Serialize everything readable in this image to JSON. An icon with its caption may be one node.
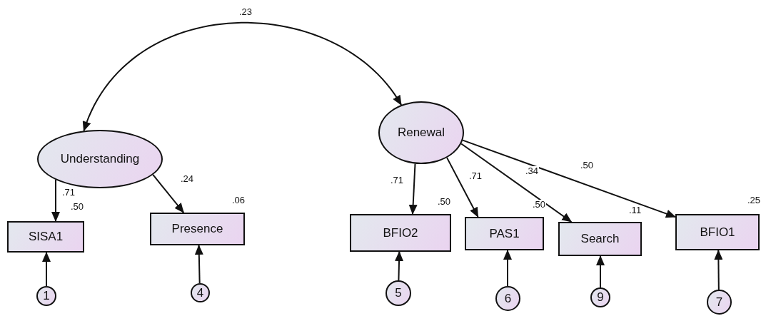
{
  "diagram": {
    "nodes": [
      {
        "text": [
          "Understanding"
        ]
      },
      {
        "text": [
          "Renewal"
        ]
      },
      {
        "text": [
          "SISA1"
        ],
        "beside": [
          ".50"
        ]
      },
      {
        "text": [
          "Presence"
        ],
        "beside": [
          ".06"
        ]
      },
      {
        "text": [
          "BFIO2"
        ],
        "beside": [
          ".50"
        ]
      },
      {
        "text": [
          "PAS1"
        ],
        "beside": [
          ".50"
        ]
      },
      {
        "text": [
          "Search"
        ],
        "beside": [
          ".11"
        ]
      },
      {
        "text": [
          "BFIO1"
        ],
        "beside": [
          ".25"
        ]
      },
      {
        "text": [
          "1"
        ]
      },
      {
        "text": [
          "4"
        ]
      },
      {
        "text": [
          "5"
        ]
      },
      {
        "text": [
          "6"
        ]
      },
      {
        "text": [
          "9"
        ]
      },
      {
        "text": [
          "7"
        ]
      }
    ],
    "edges": [
      {
        "from": 0,
        "to": 1,
        "arrow": "both",
        "label": ".23"
      },
      {
        "from": 0,
        "to": 2,
        "arrow": "to",
        "label": ".71"
      },
      {
        "from": 0,
        "to": 3,
        "arrow": "to",
        "label": ".24"
      },
      {
        "from": 1,
        "to": 4,
        "arrow": "to",
        "label": ".71"
      },
      {
        "from": 1,
        "to": 5,
        "arrow": "to",
        "label": ".71"
      },
      {
        "from": 1,
        "to": 6,
        "arrow": "to",
        "label": ".34"
      },
      {
        "from": 1,
        "to": 7,
        "arrow": "to",
        "label": ".50"
      },
      {
        "from": 8,
        "to": 2,
        "arrow": "to"
      },
      {
        "from": 9,
        "to": 3,
        "arrow": "to"
      },
      {
        "from": 10,
        "to": 4,
        "arrow": "to"
      },
      {
        "from": 11,
        "to": 5,
        "arrow": "to"
      },
      {
        "from": 12,
        "to": 6,
        "arrow": "to"
      },
      {
        "from": 13,
        "to": 7,
        "arrow": "to"
      }
    ]
  }
}
